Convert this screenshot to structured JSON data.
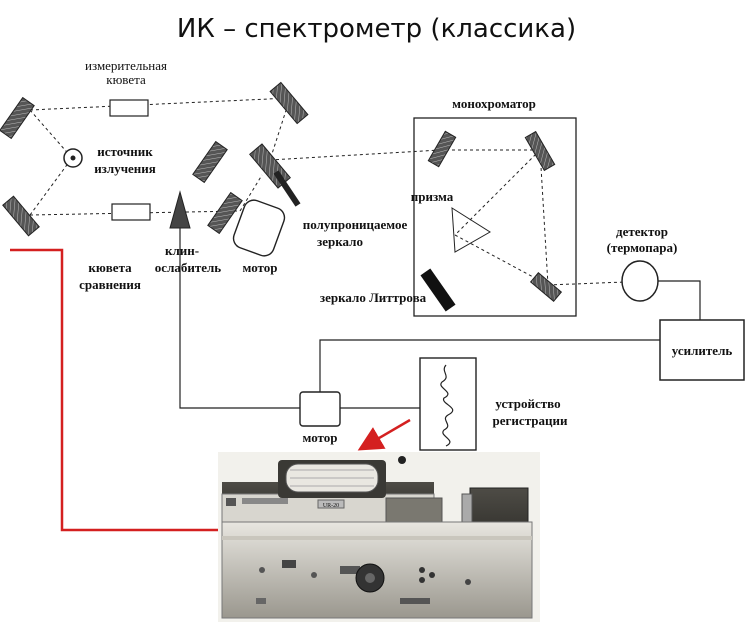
{
  "slide": {
    "title": "ИК – спектрометр (классика)"
  },
  "diagram": {
    "labels": {
      "measuring_cuvette_1": "измерительная",
      "measuring_cuvette_2": "кювета",
      "source_1": "источник",
      "source_2": "излучения",
      "reference_cuvette_1": "кювета",
      "reference_cuvette_2": "сравнения",
      "wedge_1": "клин-",
      "wedge_2": "ослабитель",
      "motor_top": "мотор",
      "semi_mirror_1": "полупроницаемое",
      "semi_mirror_2": "зеркало",
      "monochromator": "монохроматор",
      "prism": "призма",
      "littrow_mirror": "зеркало Литтрова",
      "detector_1": "детектор",
      "detector_2": "(термопара)",
      "amplifier": "усилитель",
      "recorder_1": "устройство",
      "recorder_2": "регистрации",
      "motor_bottom": "мотор"
    },
    "colors": {
      "line": "#1a1a1a",
      "arrow": "#d42020",
      "mirror": "#3a3a3a"
    }
  },
  "photo": {
    "model_plate": "UR-20",
    "icons": [
      "spectrometer-photo"
    ]
  }
}
